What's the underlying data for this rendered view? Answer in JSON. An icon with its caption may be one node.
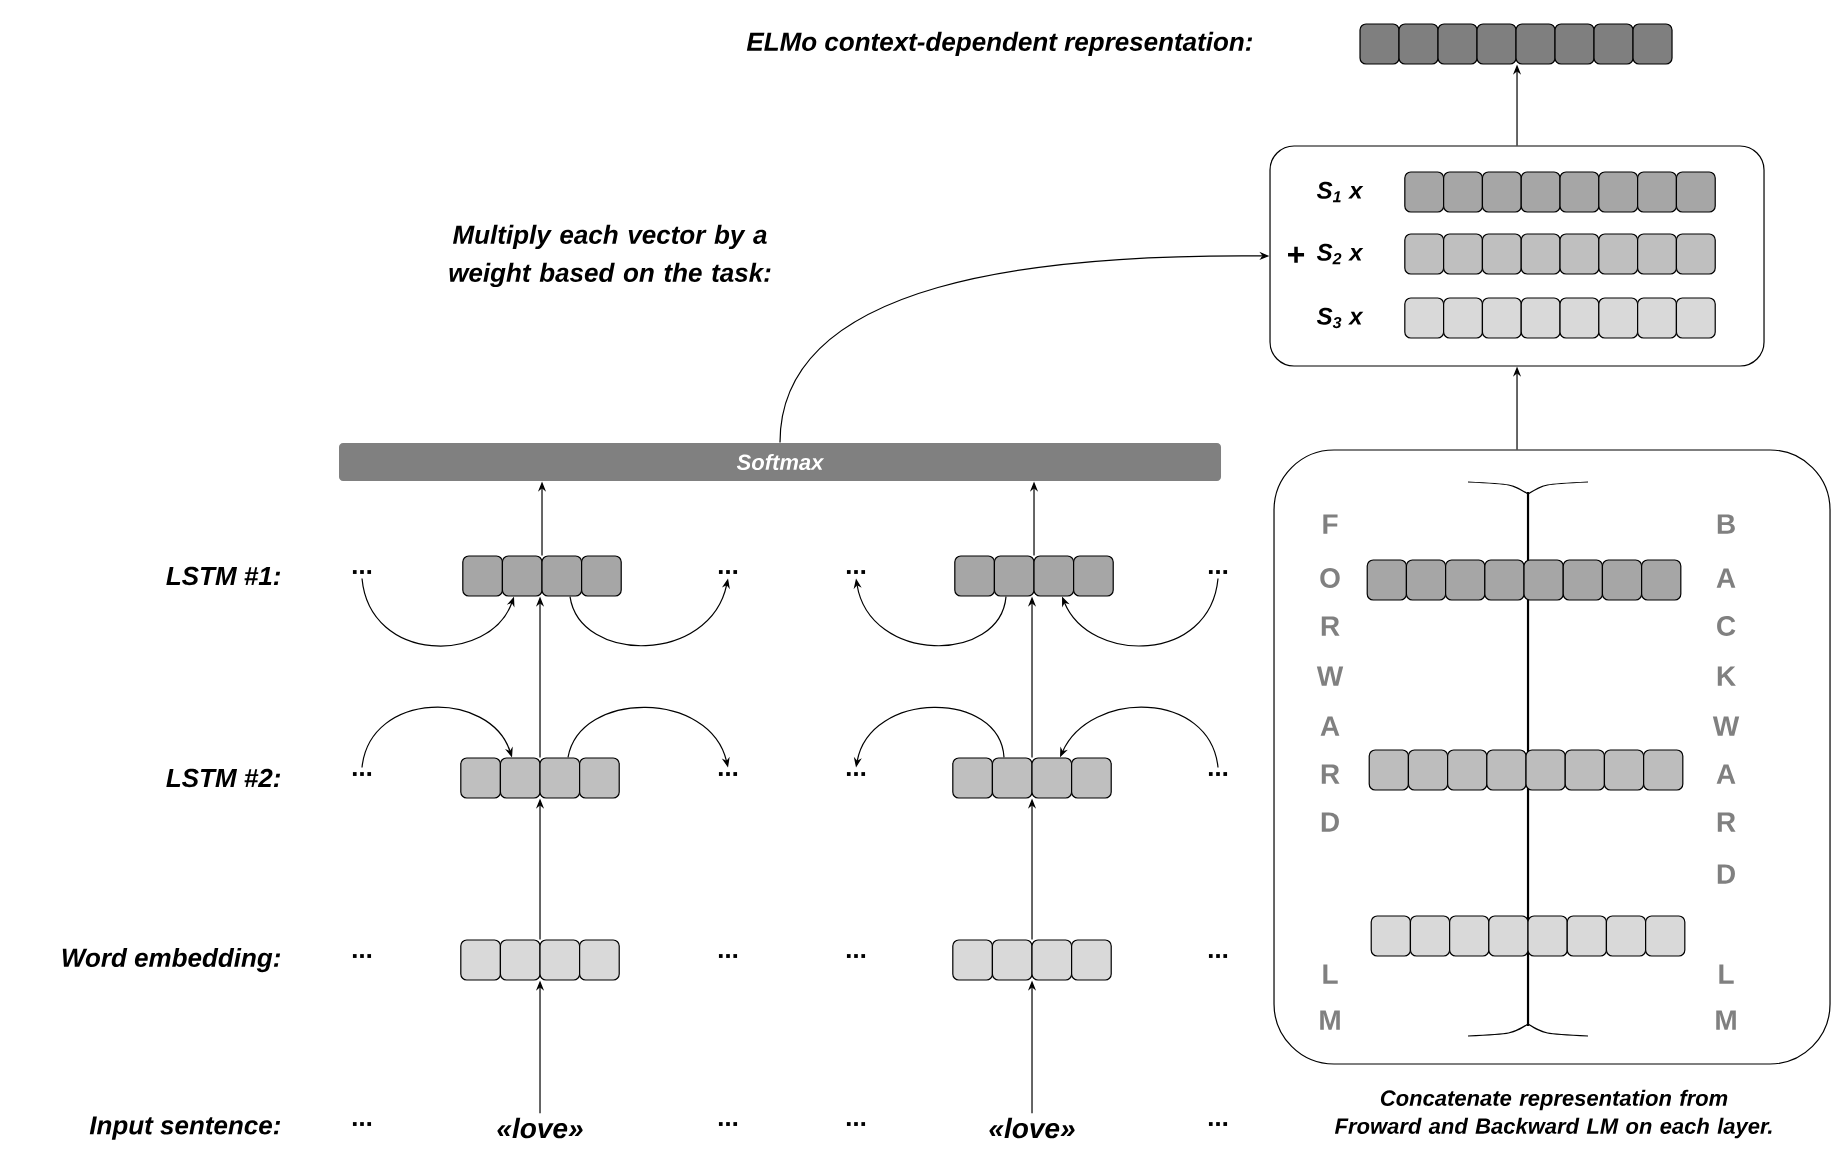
{
  "diagram": {
    "title": "ELMo context-dependent representation:",
    "caption": "Concatenate representation from Froward and Backward LM on each layer.",
    "nodes": [
      {
        "text": [],
        "shape": "bar"
      },
      {
        "text": [],
        "shape": "box"
      },
      {
        "text": [],
        "shape": "bar",
        "in": 1,
        "beside": [
          "S$_{1}$ x"
        ]
      },
      {
        "text": [],
        "shape": "bar",
        "in": 1,
        "beside": [
          "S$_{2}$ x"
        ]
      },
      {
        "text": [],
        "shape": "bar",
        "in": 1,
        "beside": [
          "S$_{3}$ x"
        ]
      },
      {
        "text": [
          "Softmax"
        ]
      },
      {
        "text": [],
        "shape": "box"
      },
      {
        "text": [],
        "shape": "bar",
        "in": 6
      },
      {
        "text": [],
        "shape": "bar",
        "in": 6
      },
      {
        "text": [],
        "shape": "bar",
        "in": 6
      },
      {
        "text": [
          "..."
        ]
      },
      {
        "text": [],
        "shape": "bar"
      },
      {
        "text": [
          "..."
        ]
      },
      {
        "text": [
          "..."
        ]
      },
      {
        "text": [],
        "shape": "bar"
      },
      {
        "text": [
          "..."
        ]
      },
      {
        "text": [
          "..."
        ]
      },
      {
        "text": [],
        "shape": "bar"
      },
      {
        "text": [
          "..."
        ]
      },
      {
        "text": [
          "..."
        ]
      },
      {
        "text": [],
        "shape": "bar"
      },
      {
        "text": [
          "..."
        ]
      },
      {
        "text": [],
        "shape": "bar"
      },
      {
        "text": [],
        "shape": "bar"
      },
      {
        "text": [
          "«love»"
        ]
      },
      {
        "text": [
          "«love»"
        ]
      }
    ],
    "edges": [
      {
        "from": 1,
        "to": 0,
        "arrow": "to"
      },
      {
        "from": 5,
        "to": 1,
        "arrow": "to"
      },
      {
        "from": 6,
        "to": 1,
        "arrow": "to"
      },
      {
        "from": 11,
        "to": 5,
        "arrow": "to"
      },
      {
        "from": 14,
        "to": 5,
        "arrow": "to"
      },
      {
        "from": 10,
        "to": 11,
        "arrow": "to"
      },
      {
        "from": 11,
        "to": 12,
        "arrow": "to"
      },
      {
        "from": 14,
        "to": 13,
        "arrow": "to"
      },
      {
        "from": 15,
        "to": 14,
        "arrow": "to"
      },
      {
        "from": 16,
        "to": 17,
        "arrow": "to"
      },
      {
        "from": 17,
        "to": 18,
        "arrow": "to"
      },
      {
        "from": 20,
        "to": 19,
        "arrow": "to"
      },
      {
        "from": 21,
        "to": 20,
        "arrow": "to"
      },
      {
        "from": 17,
        "to": 11,
        "arrow": "to"
      },
      {
        "from": 20,
        "to": 14,
        "arrow": "to"
      },
      {
        "from": 22,
        "to": 17,
        "arrow": "to"
      },
      {
        "from": 23,
        "to": 20,
        "arrow": "to"
      },
      {
        "from": 24,
        "to": 22,
        "arrow": "to"
      },
      {
        "from": 25,
        "to": 23,
        "arrow": "to"
      }
    ],
    "labels": [
      "Multiply each vector by a weight based on the task:",
      "+",
      "LSTM #1:",
      "LSTM #2:",
      "Word embedding:",
      "...",
      "...",
      "...",
      "...",
      "Input sentence:",
      "...",
      "...",
      "...",
      "...",
      "F",
      "O",
      "R",
      "W",
      "A",
      "R",
      "D",
      "L",
      "M",
      "B",
      "A",
      "C",
      "K",
      "W",
      "A",
      "R",
      "D",
      "L",
      "M"
    ]
  }
}
